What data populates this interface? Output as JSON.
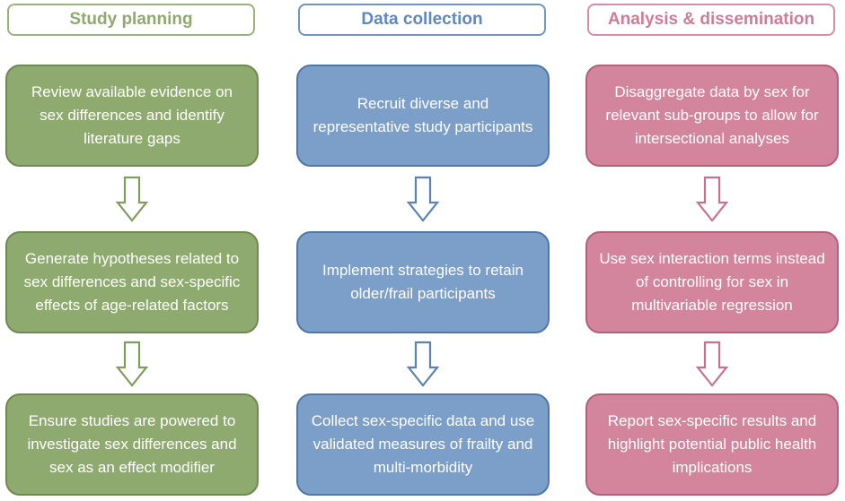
{
  "columns": [
    {
      "title": "Study planning",
      "color": "#8faa6e",
      "steps": [
        "Review available evidence on sex differences and identify literature gaps",
        "Generate hypotheses related to sex differences and sex-specific effects of age-related factors",
        "Ensure studies are powered to investigate sex differences and sex as an effect modifier"
      ]
    },
    {
      "title": "Data collection",
      "color": "#7b9fc9",
      "steps": [
        "Recruit diverse and representative study participants",
        "Implement strategies to retain older/frail participants",
        "Collect sex-specific data and use validated measures of frailty and multi-morbidity"
      ]
    },
    {
      "title": "Analysis & dissemination",
      "color": "#d2859d",
      "steps": [
        "Disaggregate data by sex for relevant sub-groups to allow for intersectional analyses",
        "Use sex interaction terms instead of controlling for sex in multivariable regression",
        "Report sex-specific results and highlight potential public health implications"
      ]
    }
  ]
}
